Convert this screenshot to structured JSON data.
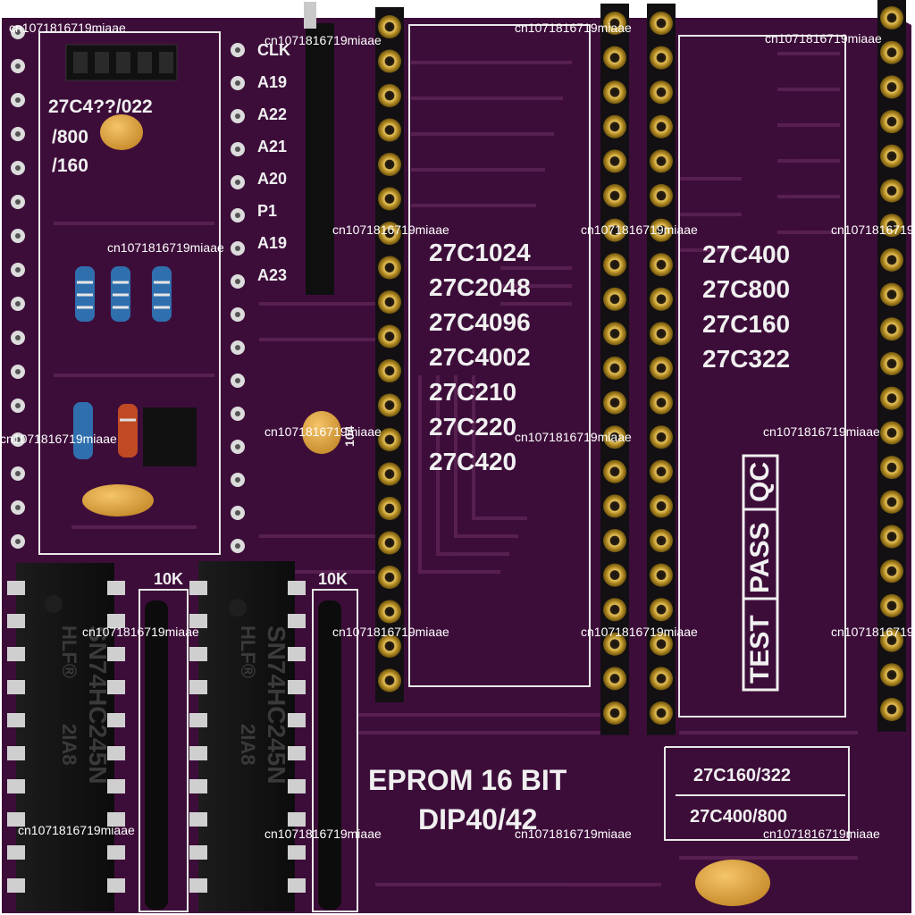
{
  "board": {
    "title_line1": "EPROM 16 BIT",
    "title_line2": "DIP40/42",
    "left_socket_list": [
      "27C1024",
      "27C2048",
      "27C4096",
      "27C4002",
      "27C210",
      "27C220",
      "27C420"
    ],
    "right_socket_list": [
      "27C400",
      "27C800",
      "27C160",
      "27C322"
    ],
    "jumper_labels": [
      "CLK",
      "A19",
      "A22",
      "A21",
      "A20",
      "P1",
      "A19",
      "A23"
    ],
    "config_label": [
      "27C4??/022",
      "/800",
      "/160"
    ],
    "qc_stamp": [
      "TEST",
      "PASS",
      "QC"
    ],
    "resistor_label_1": "10K",
    "resistor_label_2": "10K",
    "chip_1_marking": [
      "SN74HC245N",
      "HLF®",
      "2IA8"
    ],
    "chip_2_marking": [
      "SN74HC245N",
      "HLF®",
      "2IA8"
    ],
    "switch_box_labels": [
      "27C160/322",
      "27C400/800"
    ],
    "small_silk": "104",
    "watermark": "cn1071816719miaae"
  },
  "colors": {
    "pcb": "#3d0d3a",
    "pcb_trace": "#58204f",
    "silk": "#f0f0f0",
    "gold": "#c9a23a",
    "socket": "#151215",
    "capacitor": "#e0a84a"
  }
}
